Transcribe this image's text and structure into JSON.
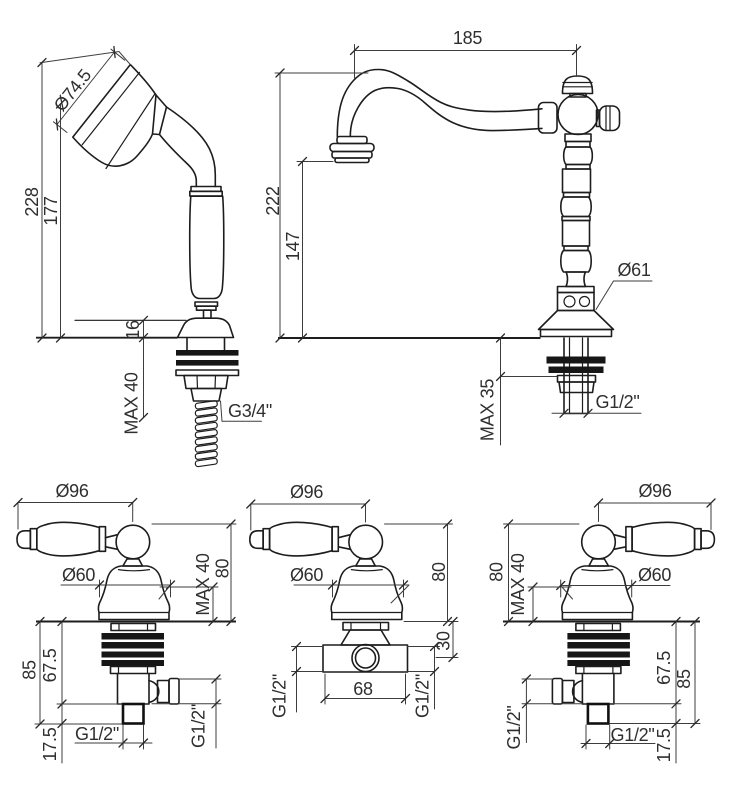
{
  "page": {
    "background": "#ffffff",
    "line_color": "#1d1d1d",
    "dimension_color": "#3d3d3d",
    "drawing_type": "faucet installation dimension diagram"
  },
  "views": {
    "handshower": {
      "title": "hand shower side view",
      "dims": {
        "head_diameter": "Ø74.5",
        "total_height": "228",
        "body_height": "177",
        "base_height": "16",
        "max_deck_thickness": "MAX 40",
        "hose_thread": "G3/4\""
      }
    },
    "spout": {
      "title": "column spout side view",
      "dims": {
        "reach": "185",
        "total_height": "222",
        "outlet_height": "147",
        "base_diameter": "Ø61",
        "max_deck_thickness": "MAX 35",
        "inlet_thread": "G1/2\""
      }
    },
    "valve_left": {
      "title": "angle valve with right outlet",
      "dims": {
        "handle_diameter": "Ø96",
        "escutcheon_diameter": "Ø60",
        "max_wall_thickness": "MAX 40",
        "depth": "80",
        "body_length": "85",
        "outlet_offset": "67.5",
        "bottom_stub": "17.5",
        "bottom_thread": "G1/2\"",
        "side_thread": "G1/2\""
      }
    },
    "valve_center": {
      "title": "in-wall diverter valve",
      "dims": {
        "handle_diameter": "Ø96",
        "escutcheon_diameter": "Ø60",
        "depth": "80",
        "outlet_offset": "30",
        "body_width": "68",
        "left_thread": "G1/2\"",
        "right_thread": "G1/2\""
      }
    },
    "valve_right": {
      "title": "angle valve with left outlet",
      "dims": {
        "handle_diameter": "Ø96",
        "escutcheon_diameter": "Ø60",
        "max_wall_thickness": "MAX 40",
        "depth": "80",
        "body_length": "85",
        "outlet_offset": "67.5",
        "bottom_stub": "17.5",
        "bottom_thread": "G1/2\"",
        "side_thread": "G1/2\""
      }
    }
  }
}
